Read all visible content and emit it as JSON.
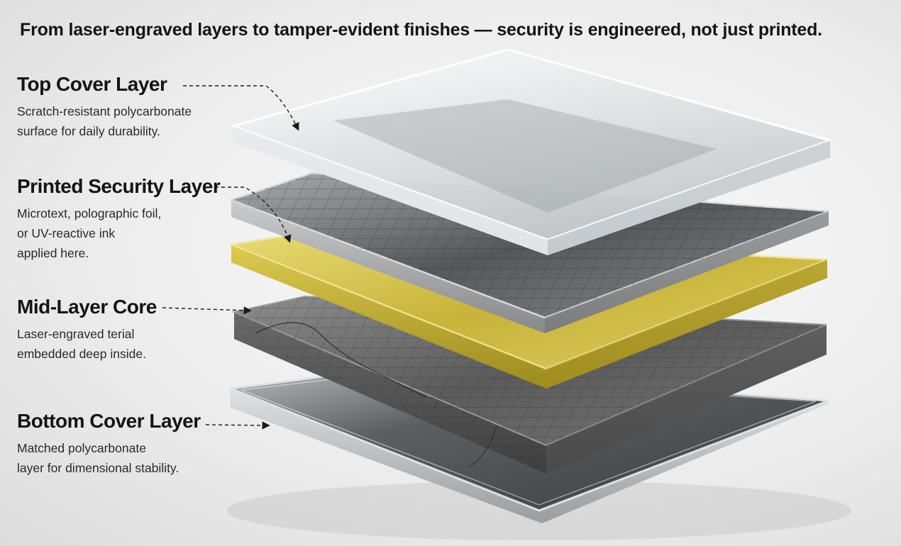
{
  "header": {
    "subtitle": "From laser-engraved layers to tamper-evident finishes — security is engineered, not just printed."
  },
  "layers": [
    {
      "name": "Top Cover Layer",
      "description": "Scratch-resistant polycarbonate\nsurface for daily durability."
    },
    {
      "name": "Printed Security Layer",
      "description": "Microtext, polographic foil,\nor UV-reactive ink\napplied here."
    },
    {
      "name": "Mid-Layer Core",
      "description": "Laser-engraved terial\nembedded deep inside."
    },
    {
      "name": "Bottom Cover Layer",
      "description": "Matched polycarbonate\nlayer for dimensional stability."
    }
  ],
  "colors": {
    "text": "#141414",
    "gold_layer": "#d8c23a",
    "metal_layer": "#6c6c6c",
    "clear_layer": "#eef1f3"
  }
}
